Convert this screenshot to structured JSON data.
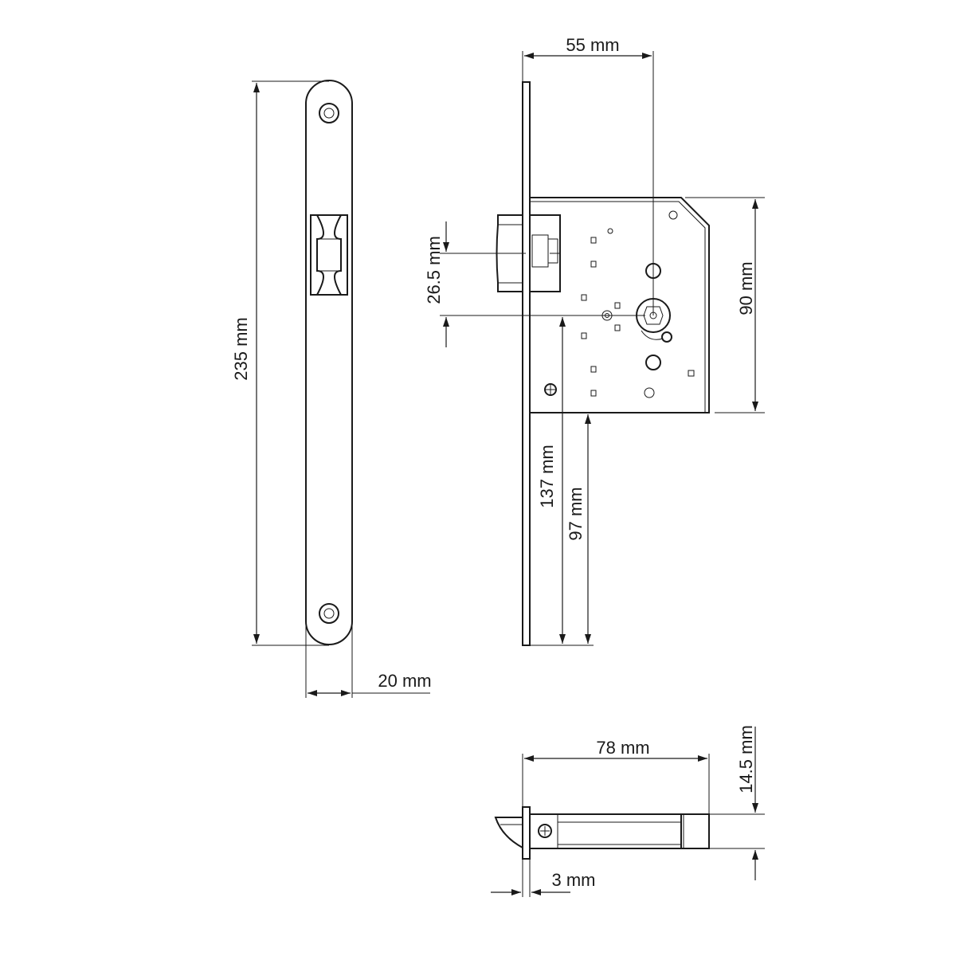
{
  "dimensions": {
    "front_length": "235 mm",
    "front_width": "20 mm",
    "backset": "55 mm",
    "body_height": "90 mm",
    "latch_offset": "26.5 mm",
    "distance_137": "137 mm",
    "distance_97": "97 mm",
    "latch_length": "78 mm",
    "latch_height": "14.5 mm",
    "plate_thickness": "3 mm"
  },
  "colors": {
    "line": "#1a1a1a",
    "background": "#ffffff"
  }
}
